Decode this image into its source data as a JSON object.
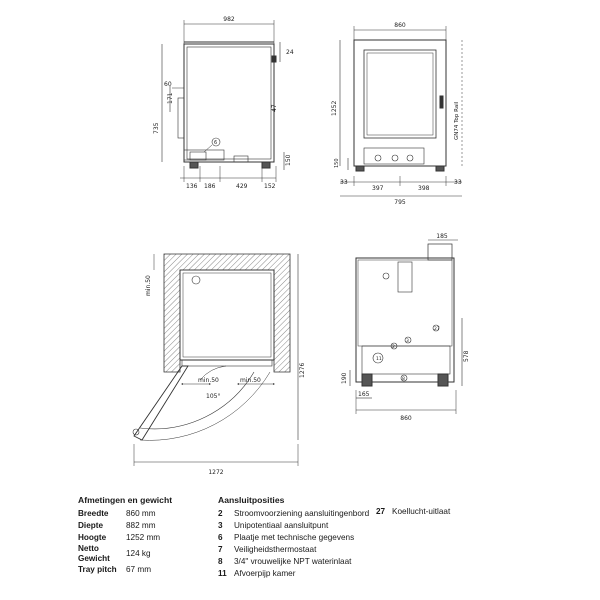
{
  "dimensions": {
    "top_view": {
      "d_982": "982",
      "d_24": "24",
      "d_60": "60",
      "d_171": "171",
      "d_735": "735",
      "d_47": "47",
      "d_150": "150",
      "d_136": "136",
      "d_186": "186",
      "d_429": "429",
      "d_152": "152",
      "callout_6": "6"
    },
    "front_view": {
      "d_860": "860",
      "d_1252": "1252",
      "d_33_left": "33",
      "d_397": "397",
      "d_398": "398",
      "d_33_right": "33",
      "d_795": "795",
      "d_150": "150",
      "side_label": "GN74 Top Rail"
    },
    "plan_view": {
      "d_min50_top": "min.50",
      "d_min50_a": "min.50",
      "d_min50_b": "min.50",
      "d_1276": "1276",
      "d_1272": "1272",
      "d_105deg": "105°"
    },
    "rear_view": {
      "d_185": "185",
      "d_578": "578",
      "d_190": "190",
      "d_165": "165",
      "d_860": "860",
      "callouts": [
        "11",
        "2",
        "3",
        "8",
        "27"
      ]
    }
  },
  "specs": {
    "title": "Afmetingen en gewicht",
    "rows": [
      {
        "key": "Breedte",
        "value": "860 mm"
      },
      {
        "key": "Diepte",
        "value": "882 mm"
      },
      {
        "key": "Hoogte",
        "value": "1252 mm"
      },
      {
        "key": "Netto Gewicht",
        "value": "124 kg"
      },
      {
        "key": "Tray pitch",
        "value": "67 mm"
      }
    ]
  },
  "connections": {
    "title": "Aansluitposities",
    "items": [
      {
        "num": "2",
        "label": "Stroomvoorziening aansluitingenbord"
      },
      {
        "num": "3",
        "label": "Unipotentiaal aansluitpunt"
      },
      {
        "num": "6",
        "label": "Plaatje met technische gegevens"
      },
      {
        "num": "7",
        "label": "Veiligheidsthermostaat"
      },
      {
        "num": "8",
        "label": "3/4\" vrouwelijke NPT waterinlaat"
      },
      {
        "num": "11",
        "label": "Afvoerpijp kamer"
      }
    ],
    "extra": [
      {
        "num": "27",
        "label": "Koellucht-uitlaat"
      }
    ]
  },
  "colors": {
    "line": "#333333",
    "hatch": "#888888",
    "background": "#ffffff"
  }
}
